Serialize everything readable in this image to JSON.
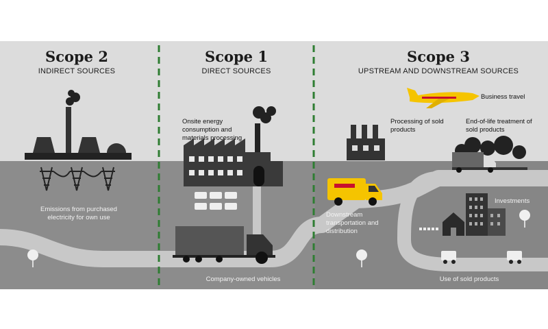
{
  "scopes": [
    {
      "title": "Scope 2",
      "subtitle": "INDIRECT SOURCES"
    },
    {
      "title": "Scope 1",
      "subtitle": "DIRECT SOURCES"
    },
    {
      "title": "Scope 3",
      "subtitle": "UPSTREAM AND DOWNSTREAM SOURCES"
    }
  ],
  "labels": {
    "electricity": "Emissions from purchased electricity for own use",
    "onsite": "Onsite energy consumption and materials processing",
    "vehicles": "Company-owned vehicles",
    "business_travel": "Business travel",
    "processing": "Processing of sold products",
    "end_of_life": "End-of-life treatment of sold products",
    "downstream": "Downstream transportation and distribution",
    "investments": "Investments",
    "use": "Use of sold products"
  },
  "colors": {
    "sky": "#dcdcdc",
    "ground": "#8c8c8c",
    "road": "#c8c8c8",
    "dark": "#222222",
    "divider": "#2e7d32",
    "accent": "#f5c400",
    "accent_red": "#c8102e"
  },
  "icons": [
    "power-plant-icon",
    "pylon-icon",
    "factory-icon",
    "truck-icon",
    "van-icon",
    "airplane-icon",
    "building-icon",
    "house-icon",
    "tree-icon",
    "smoke-icon"
  ]
}
